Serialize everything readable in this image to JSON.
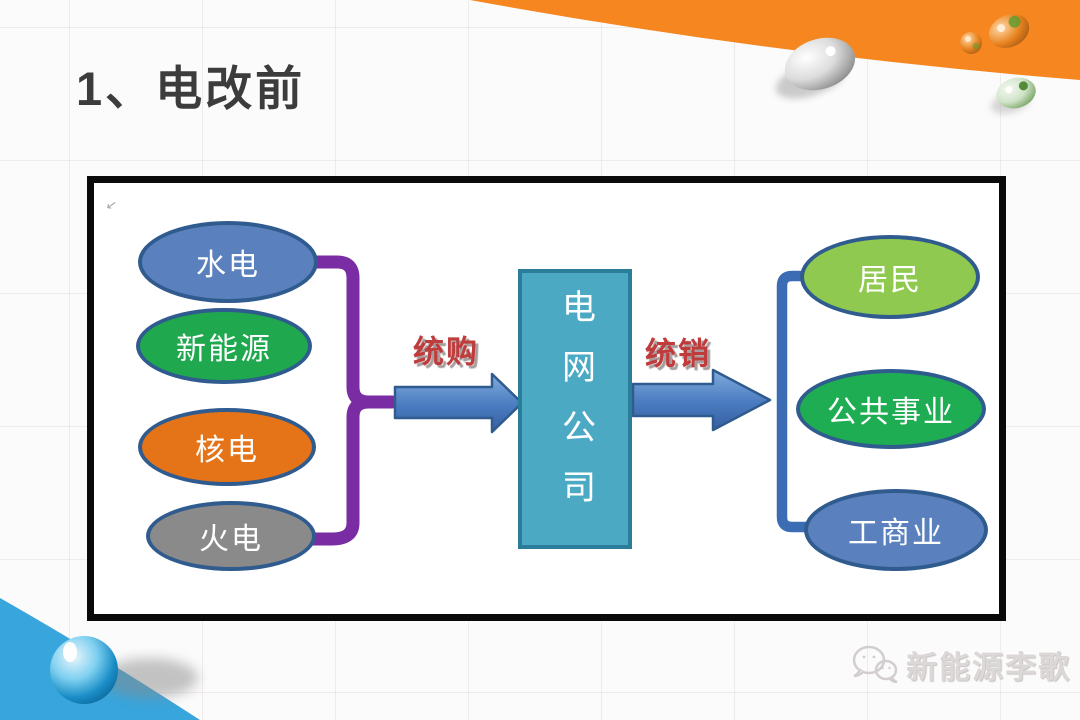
{
  "slide": {
    "title": "1、电改前",
    "watermark_text": "新能源李歌",
    "stray_mark": "↙"
  },
  "diagram": {
    "sources": [
      {
        "label": "水电",
        "color": "#5A81BD"
      },
      {
        "label": "新能源",
        "color": "#1FA84D"
      },
      {
        "label": "核电",
        "color": "#E57317"
      },
      {
        "label": "火电",
        "color": "#8A8A8A"
      }
    ],
    "center": {
      "label": "电网公司",
      "color": "#4CA9C4",
      "border": "#2A7E99"
    },
    "flows": {
      "purchase": "统购",
      "sale": "统销"
    },
    "consumers": [
      {
        "label": "居民",
        "color": "#8FC94F"
      },
      {
        "label": "公共事业",
        "color": "#1EAD52"
      },
      {
        "label": "工商业",
        "color": "#5A81BD"
      }
    ],
    "accents": {
      "node_border": "#2F5B8F",
      "bracket_left": "#7A2DA3",
      "bracket_right": "#3B6CB4",
      "arrow_fill": "#3F74B9",
      "flow_text": "#C03C3C",
      "box_border": "#0a0a0a",
      "swoosh_top": "#F6861F",
      "swoosh_bottom": "#38A5DC",
      "title_color": "#3c3c3c"
    }
  }
}
